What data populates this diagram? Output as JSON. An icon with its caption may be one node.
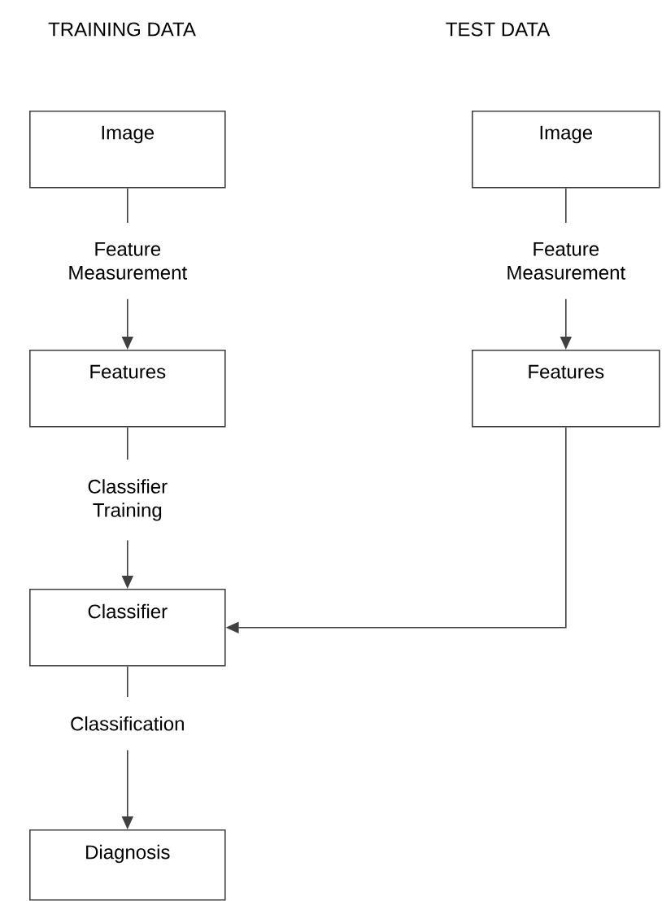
{
  "diagram": {
    "nodes": [
      {
        "text": [
          "Image"
        ]
      },
      {
        "text": [
          "Features"
        ]
      },
      {
        "text": [
          "Classifier"
        ]
      },
      {
        "text": [
          "Diagnosis"
        ]
      },
      {
        "text": [
          "Image"
        ]
      },
      {
        "text": [
          "Features"
        ]
      }
    ],
    "edges": [
      {
        "from": 0,
        "to": 1,
        "arrow": "to",
        "label": "Feature Measurement"
      },
      {
        "from": 1,
        "to": 2,
        "arrow": "to",
        "label": "Classifier Training"
      },
      {
        "from": 2,
        "to": 3,
        "arrow": "to",
        "label": "Classification"
      },
      {
        "from": 4,
        "to": 5,
        "arrow": "to",
        "label": "Feature Measurement"
      },
      {
        "from": 5,
        "to": 2,
        "arrow": "to"
      }
    ],
    "labels": [
      "TRAINING DATA",
      "TEST DATA"
    ]
  }
}
